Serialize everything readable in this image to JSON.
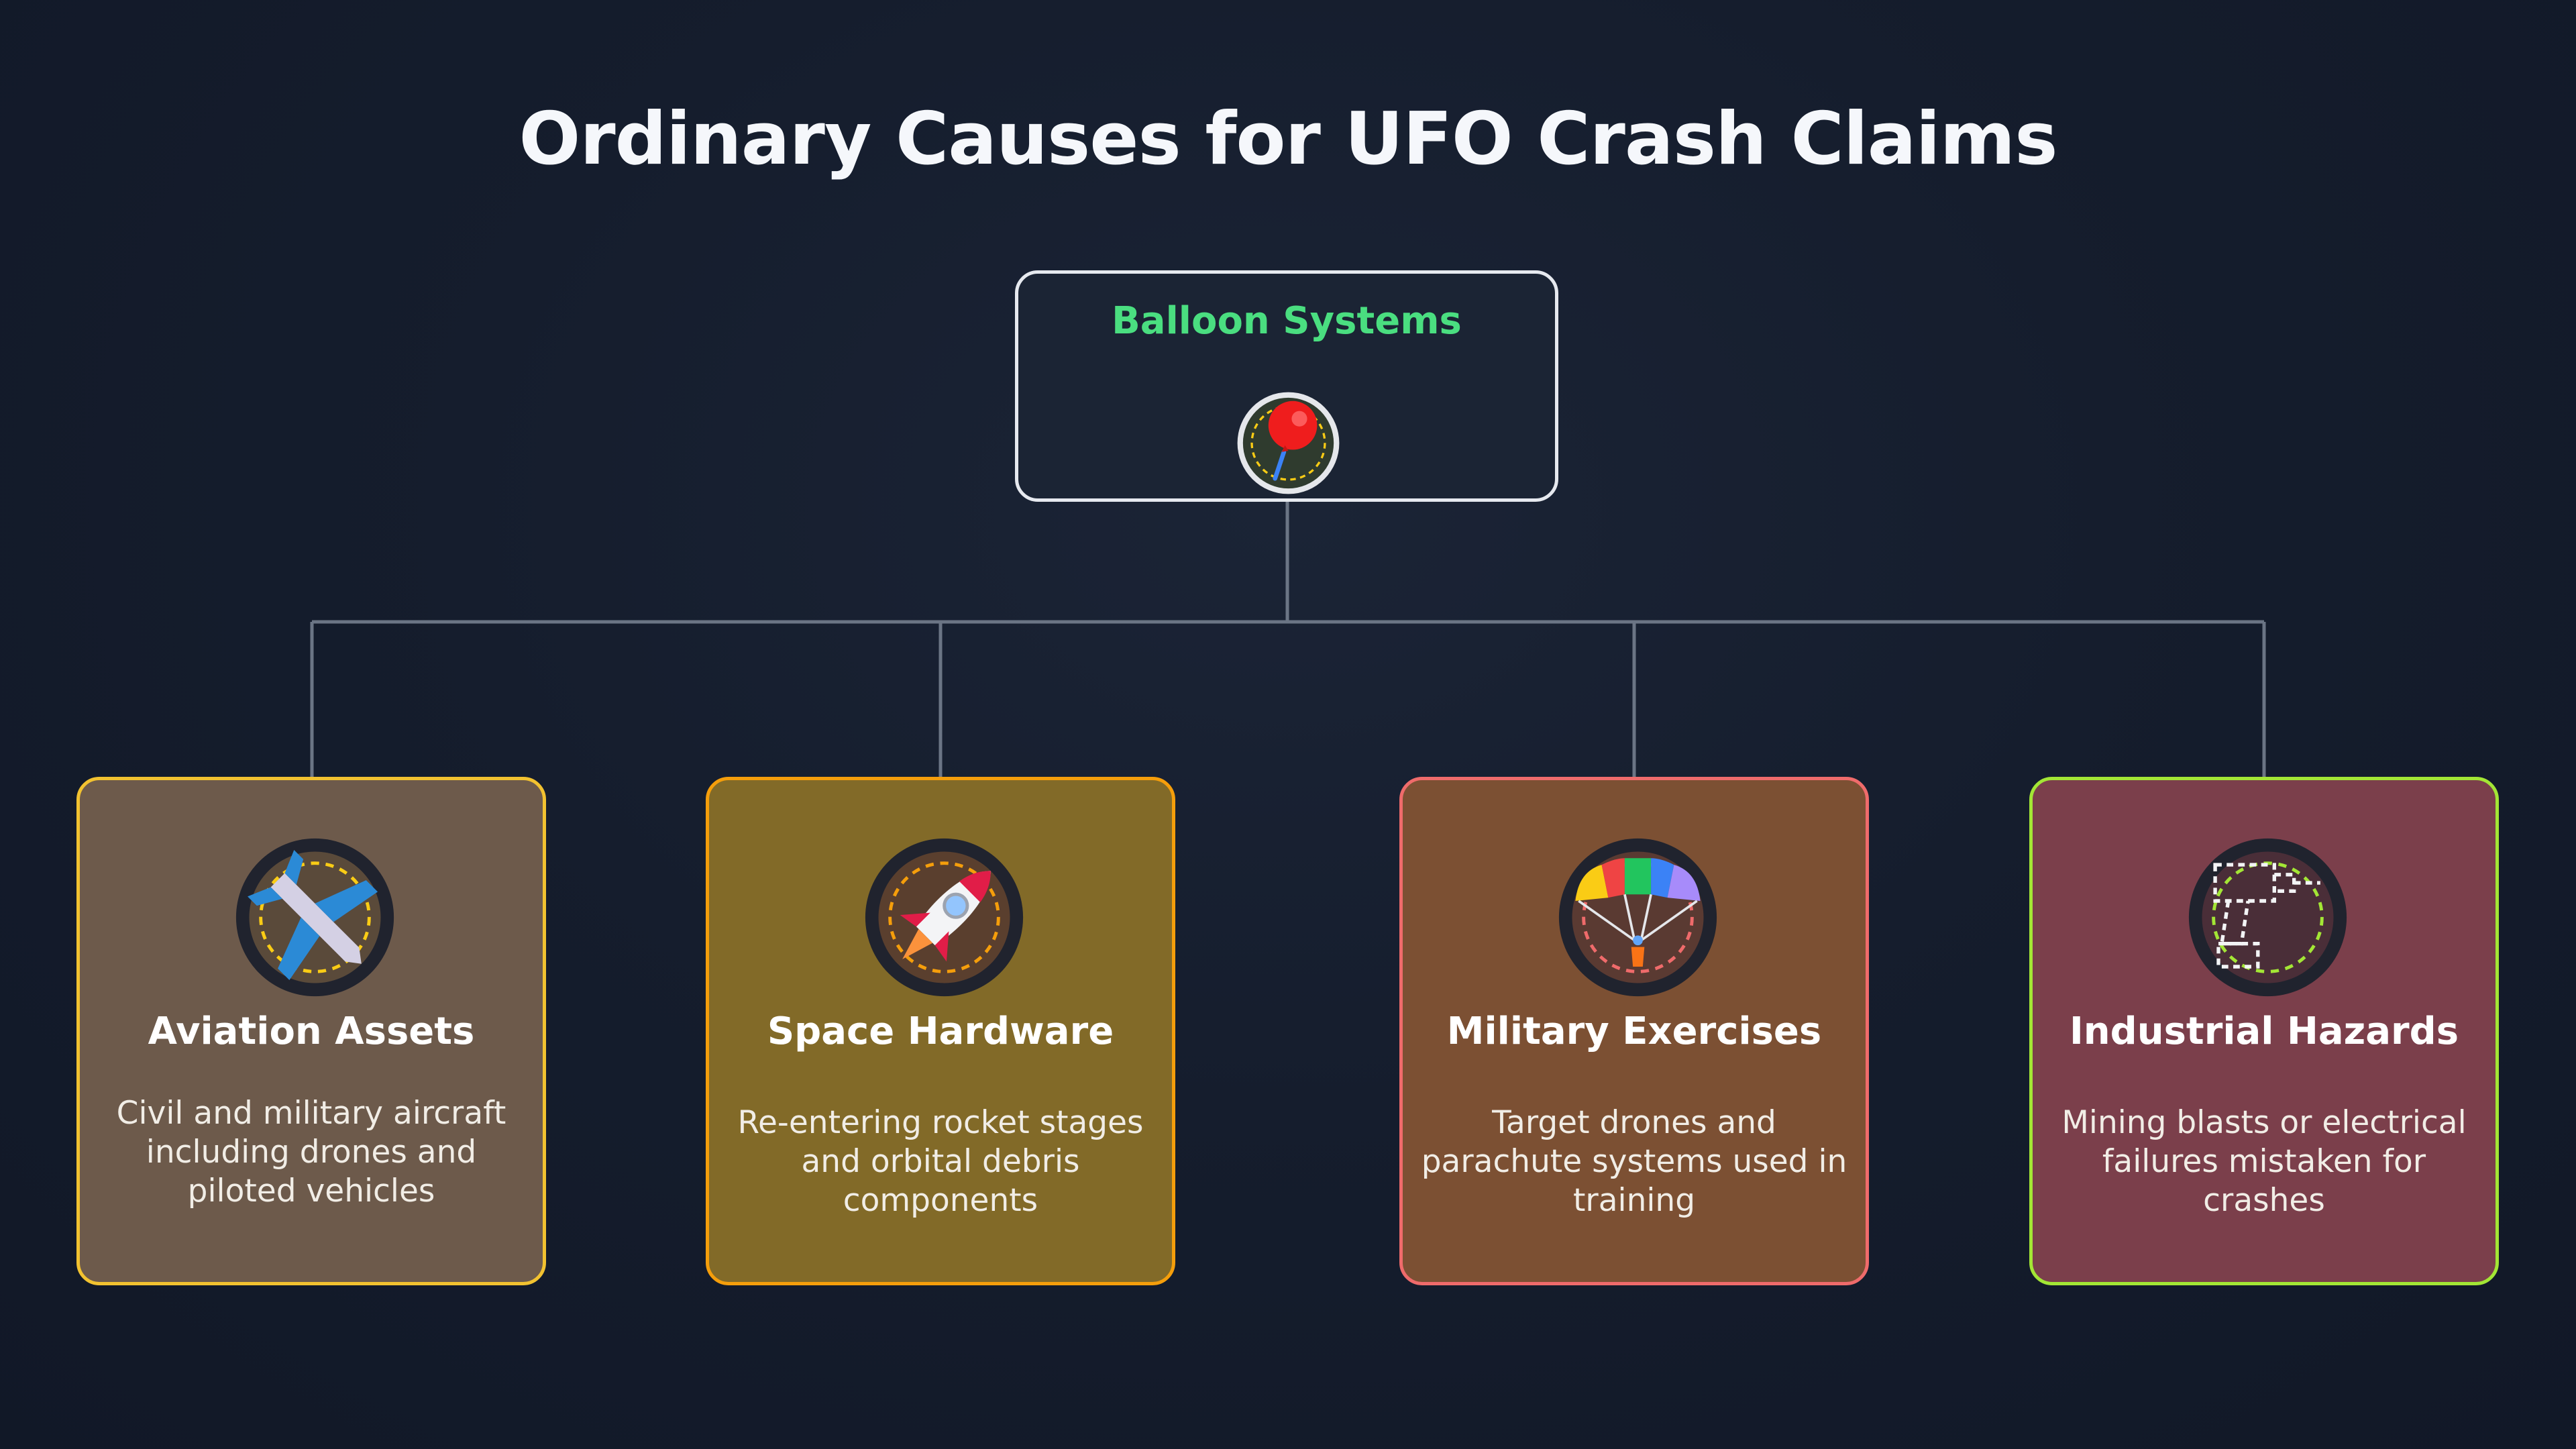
{
  "title": "Ordinary Causes for UFO Crash Claims",
  "root": {
    "label": "Balloon Systems",
    "icon": "balloon-icon",
    "color": "#4ade80"
  },
  "categories": [
    {
      "title": "Aviation Assets",
      "description": "Civil and military aircraft including drones and piloted vehicles",
      "icon": "airplane-icon",
      "background": "#6d5a4b",
      "border": "#f2c230"
    },
    {
      "title": "Space Hardware",
      "description": "Re-entering rocket stages and orbital debris components",
      "icon": "rocket-icon",
      "background": "#826a28",
      "border": "#f59e0b"
    },
    {
      "title": "Military Exercises",
      "description": "Target drones and parachute systems used in training",
      "icon": "parachute-icon",
      "background": "#7c5033",
      "border": "#ef6b6b"
    },
    {
      "title": "Industrial Hazards",
      "description": "Mining blasts or electrical failures mistaken for crashes",
      "icon": "drill-icon",
      "background": "#7b3f4b",
      "border": "#a3e635"
    }
  ]
}
